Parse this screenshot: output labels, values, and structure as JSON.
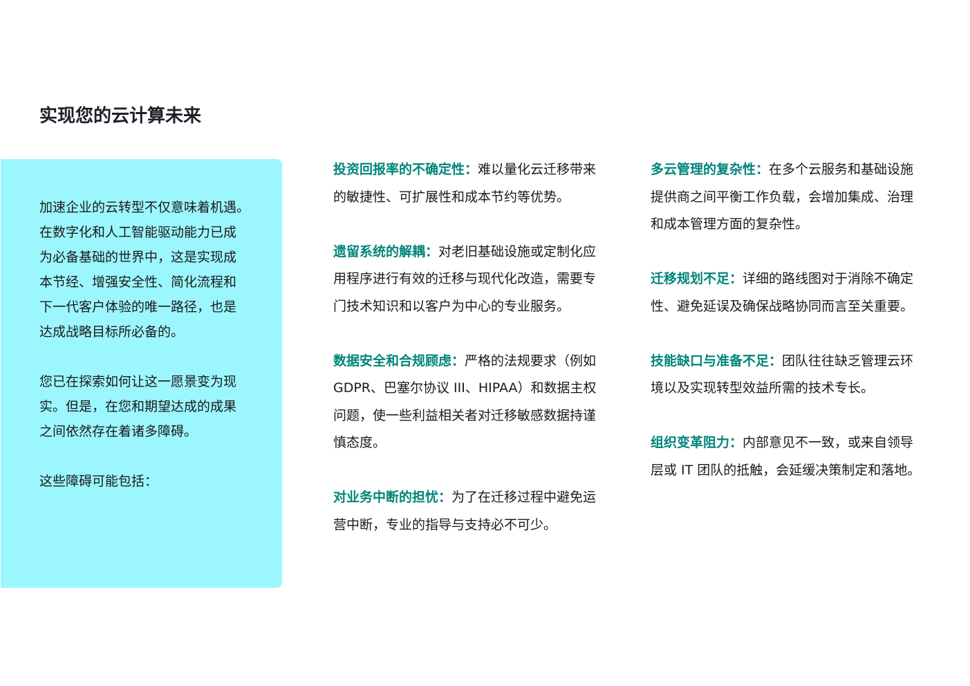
{
  "title": "实现您的云计算未来",
  "intro": {
    "p1": [
      "加速企业的云转型不仅意味着机遇。",
      "在数字化和人工智能驱动能力已成",
      "为必备基础的世界中，这是实现成",
      "本节经、增强安全性、简化流程和",
      "下一代客户体验的唯一路径，也是",
      "达成战略目标所必备的。"
    ],
    "p2": [
      "您已在探索如何让这一愿景变为现",
      "实。但是，在您和期望达成的成果",
      "之间依然存在着诸多障碍。"
    ],
    "p3": [
      "这些障碍可能包括："
    ]
  },
  "columns": [
    [
      {
        "heading": "投资回报率的不确定性：",
        "lines": [
          "难以量化云迁移带来",
          "的敏捷性、可扩展性和成本节约等优势。"
        ]
      },
      {
        "heading": "遗留系统的解耦：",
        "lines": [
          "对老旧基础设施或定制化应",
          "用程序进行有效的迁移与现代化改造，需要专",
          "门技术知识和以客户为中心的专业服务。"
        ]
      },
      {
        "heading": "数据安全和合规顾虑：",
        "lines": [
          "严格的法规要求（例如",
          "GDPR、巴塞尔协议 III、HIPAA）和数据主权",
          "问题，使一些利益相关者对迁移敏感数据持谨",
          "慎态度。"
        ]
      },
      {
        "heading": "对业务中断的担忧：",
        "lines": [
          "为了在迁移过程中避免运",
          "营中断，专业的指导与支持必不可少。"
        ]
      }
    ],
    [
      {
        "heading": "多云管理的复杂性：",
        "lines": [
          "在多个云服务和基础设施",
          "提供商之间平衡工作负载，会增加集成、治理",
          "和成本管理方面的复杂性。"
        ]
      },
      {
        "heading": "迁移规划不足：",
        "lines": [
          "详细的路线图对于消除不确定",
          "性、避免延误及确保战略协同而言至关重要。"
        ]
      },
      {
        "heading": "技能缺口与准备不足：",
        "lines": [
          "团队往往缺乏管理云环",
          "境以及实现转型效益所需的技术专长。"
        ]
      },
      {
        "heading": "组织变革阻力：",
        "lines": [
          "内部意见不一致，或来自领导",
          "层或 IT 团队的抵触，会延缓决策制定和落地。"
        ]
      }
    ]
  ]
}
